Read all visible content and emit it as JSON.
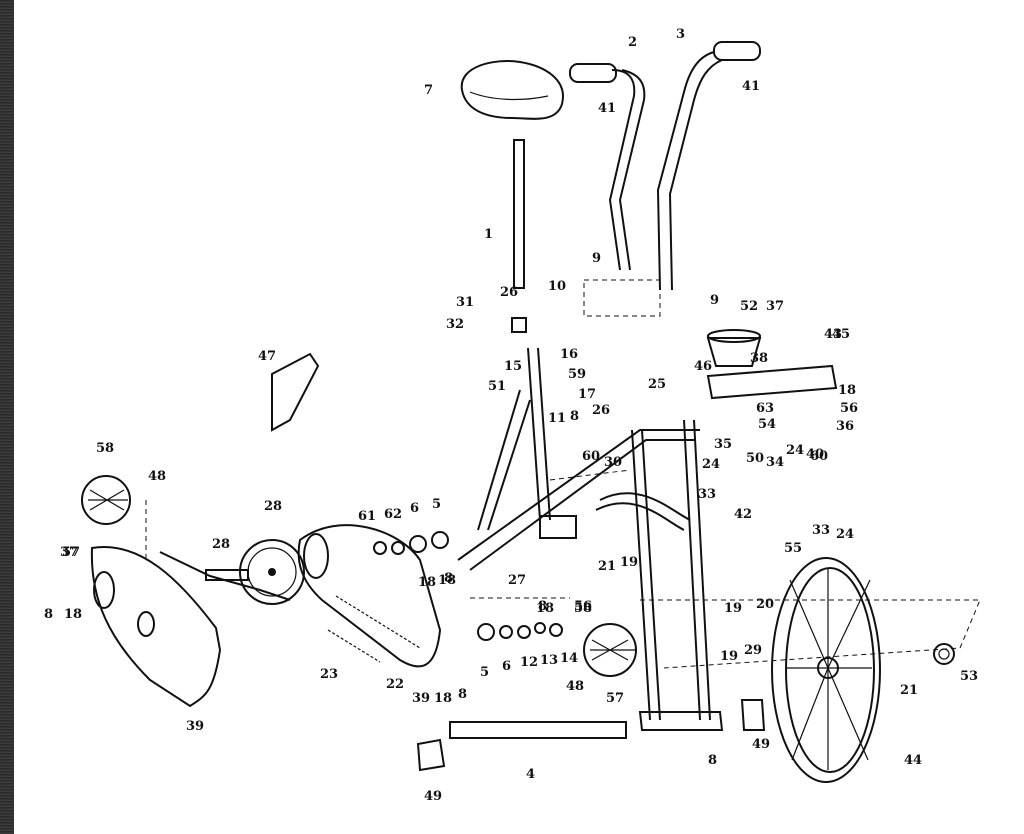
{
  "diagram": {
    "type": "exploded-parts-diagram",
    "subject": "stationary exercise bicycle",
    "callouts": [
      "1",
      "2",
      "3",
      "4",
      "5",
      "5",
      "6",
      "6",
      "7",
      "8",
      "8",
      "8",
      "8",
      "8",
      "8",
      "9",
      "9",
      "10",
      "11",
      "12",
      "13",
      "14",
      "15",
      "16",
      "17",
      "18",
      "18",
      "18",
      "18",
      "18",
      "18",
      "19",
      "19",
      "19",
      "20",
      "21",
      "21",
      "22",
      "23",
      "24",
      "24",
      "24",
      "25",
      "26",
      "26",
      "27",
      "28",
      "28",
      "29",
      "30",
      "31",
      "32",
      "33",
      "33",
      "34",
      "35",
      "36",
      "37",
      "37",
      "38",
      "39",
      "39",
      "40",
      "41",
      "41",
      "42",
      "43",
      "44",
      "45",
      "46",
      "47",
      "48",
      "48",
      "49",
      "49",
      "50",
      "51",
      "52",
      "53",
      "54",
      "55",
      "56",
      "56",
      "57",
      "57",
      "58",
      "58",
      "59",
      "60",
      "60",
      "61",
      "62",
      "63"
    ]
  }
}
